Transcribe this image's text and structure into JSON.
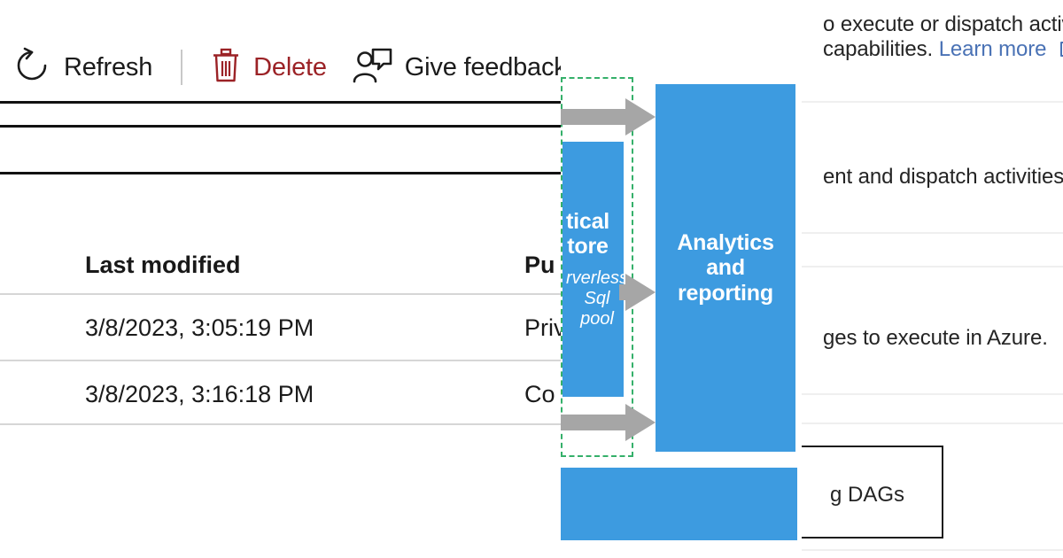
{
  "toolbar": {
    "refresh": {
      "label": "Refresh",
      "icon": "refresh-icon"
    },
    "delete": {
      "label": "Delete",
      "icon": "trash-icon",
      "color": "#9b2226"
    },
    "feedback": {
      "label": "Give feedback",
      "icon": "feedback-person-icon"
    }
  },
  "table": {
    "columns": [
      {
        "key": "modified",
        "label": "Last modified"
      },
      {
        "key": "access",
        "label": "Pu"
      }
    ],
    "rows": [
      {
        "modified": "3/8/2023, 3:05:19 PM",
        "access": "Priv"
      },
      {
        "modified": "3/8/2023, 3:16:18 PM",
        "access": "Co"
      }
    ]
  },
  "diagram": {
    "accent_blue": "#3d9be0",
    "dash_green": "#35b06a",
    "arrow_gray": "#a6a6a6",
    "boxes": [
      {
        "name": "analytical-store",
        "title": "tical\ntore",
        "subtitle": "rverless\nSql pool"
      },
      {
        "name": "analytics-and-reporting",
        "title": "Analytics and reporting",
        "subtitle": ""
      },
      {
        "name": "bottom-bar",
        "title": "",
        "subtitle": ""
      }
    ],
    "arrows": 3
  },
  "right_panel": {
    "lines": [
      "o execute or dispatch activiti",
      "capabilities.",
      "ent and dispatch activities to",
      "ges to execute in Azure."
    ],
    "learn_more": "Learn more",
    "card_text": "g DAGs"
  }
}
